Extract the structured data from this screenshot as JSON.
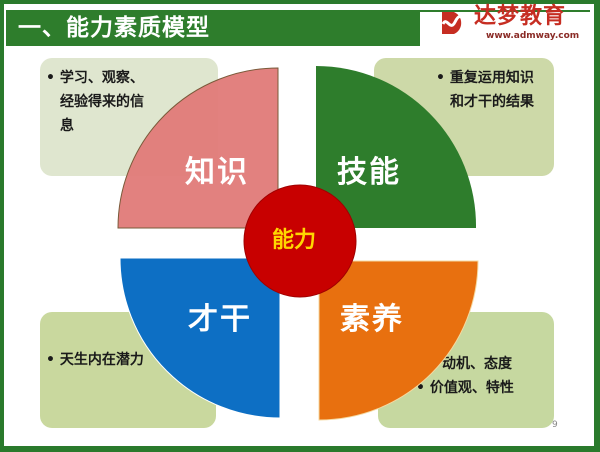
{
  "header": {
    "title": "一、能力素质模型",
    "logo": {
      "icon": "d-wave-logo-icon",
      "name": "达梦教育",
      "url": "www.admway.com"
    }
  },
  "diagram": {
    "center": {
      "label": "能力",
      "color": "#c80000",
      "text_color": "#ffd700"
    },
    "quadrants": [
      {
        "position": "top-left",
        "label": "知识",
        "color": "#e07a78",
        "description": [
          "学习、观察、",
          "经验得来的信",
          "息"
        ]
      },
      {
        "position": "top-right",
        "label": "技能",
        "color": "#2e7d2c",
        "description": [
          "重复运用知识",
          "和才干的结果"
        ]
      },
      {
        "position": "bottom-left",
        "label": "才干",
        "color": "#0d6fc4",
        "description": [
          "天生内在潜力"
        ]
      },
      {
        "position": "bottom-right",
        "label": "素养",
        "color": "#e8700f",
        "description": [
          "动机、态度",
          "价值观、特性"
        ]
      }
    ],
    "box_colors": {
      "top_left": "#dfe6cf",
      "top_right": "#cdd9a8",
      "bottom_left": "#c9d89e",
      "bottom_right": "#c6d8a0"
    }
  },
  "footer": {
    "page_number": "9"
  }
}
